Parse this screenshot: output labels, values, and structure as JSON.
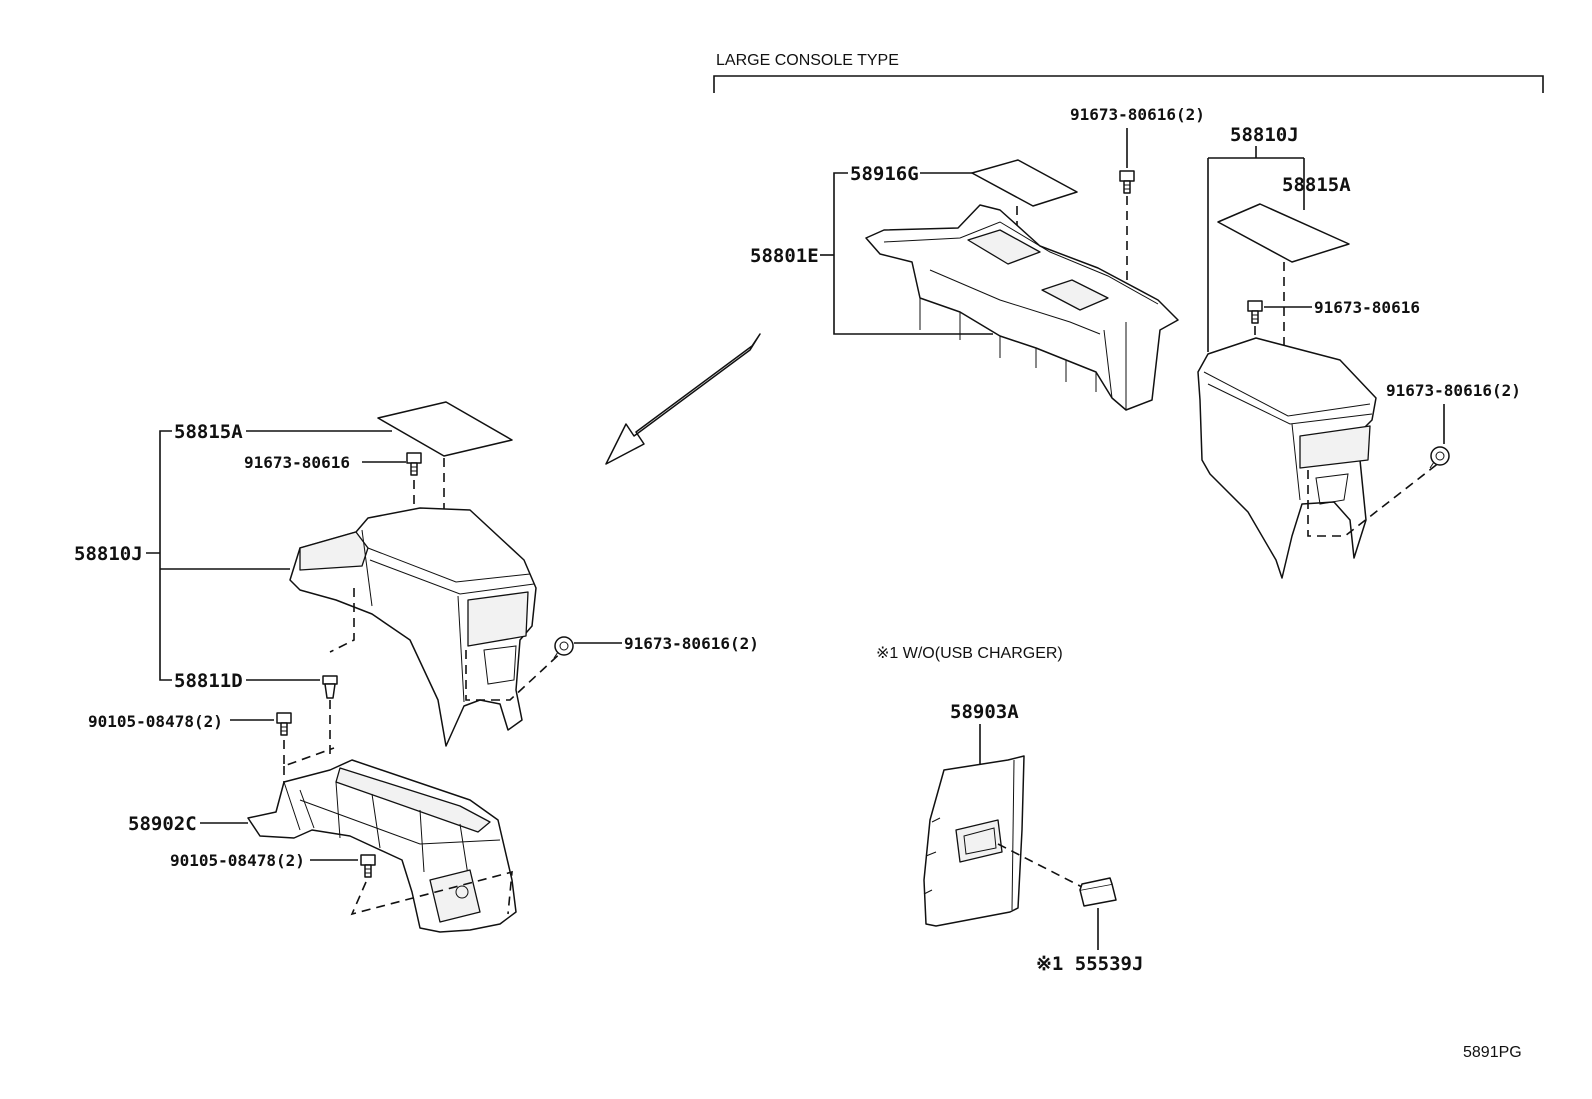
{
  "section_label": "LARGE CONSOLE TYPE",
  "note": "※1 W/O(USB CHARGER)",
  "code": "5891PG",
  "parts": {
    "large_91673_80616_2_top": "91673-80616(2)",
    "large_58810J": "58810J",
    "large_58815A": "58815A",
    "large_58916G": "58916G",
    "large_58801E": "58801E",
    "large_91673_80616": "91673-80616",
    "large_91673_80616_2_side": "91673-80616(2)",
    "std_58815A": "58815A",
    "std_91673_80616": "91673-80616",
    "std_58810J": "58810J",
    "std_91673_80616_2": "91673-80616(2)",
    "std_58811D": "58811D",
    "std_90105_08478_2_upper": "90105-08478(2)",
    "std_58902C": "58902C",
    "std_90105_08478_2_lower": "90105-08478(2)",
    "usb_58903A": "58903A",
    "usb_55539J": "※1 55539J"
  },
  "icons": [
    "bolt-icon",
    "clip-icon",
    "direction-arrow-icon"
  ]
}
